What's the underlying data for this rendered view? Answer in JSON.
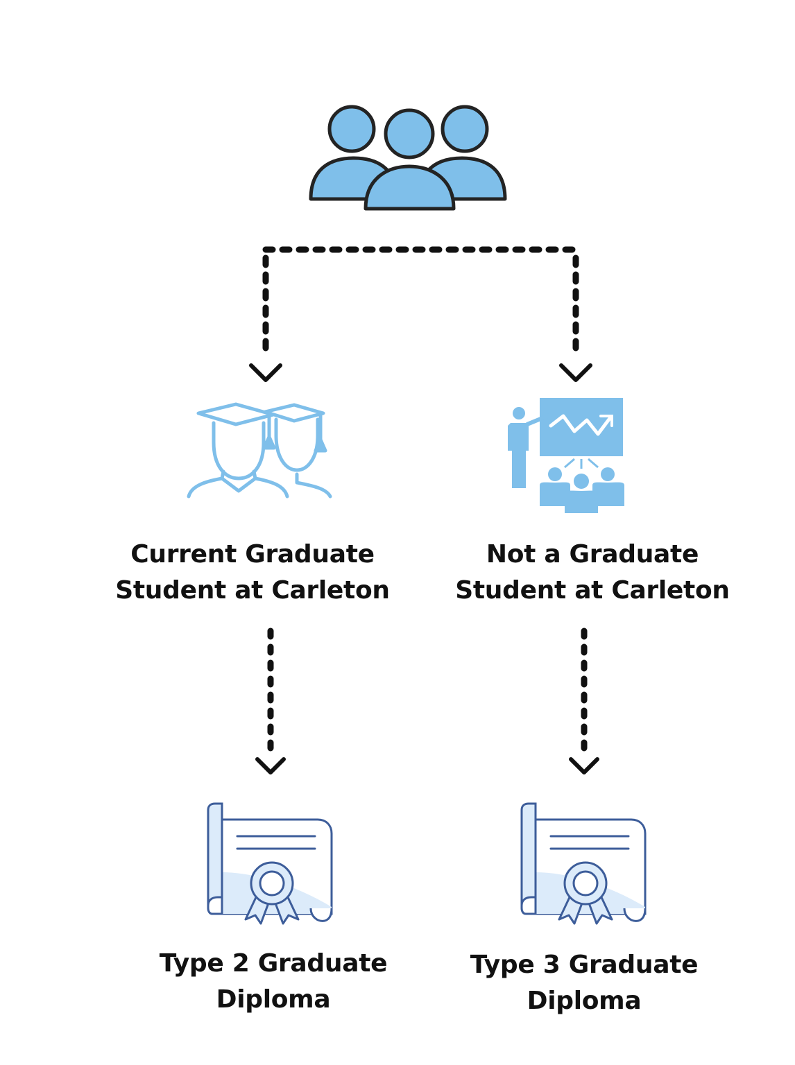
{
  "diagram": {
    "colors": {
      "icon_fill": "#7fbfea",
      "icon_outline": "#232323",
      "diploma_fill": "#dcebfa",
      "diploma_outline": "#3d5d9a",
      "connector": "#111111"
    },
    "icons": {
      "top": "group-of-people-icon",
      "left": "graduates-cap-icon",
      "right": "presentation-audience-icon",
      "diploma_left": "diploma-certificate-icon",
      "diploma_right": "diploma-certificate-icon"
    },
    "branches": {
      "left": {
        "line1": "Current Graduate",
        "line2": "Student at Carleton"
      },
      "right": {
        "line1": "Not a Graduate",
        "line2": "Student at Carleton"
      }
    },
    "outcomes": {
      "left": {
        "line1": "Type 2 Graduate",
        "line2": "Diploma"
      },
      "right": {
        "line1": "Type 3 Graduate",
        "line2": "Diploma"
      }
    }
  }
}
